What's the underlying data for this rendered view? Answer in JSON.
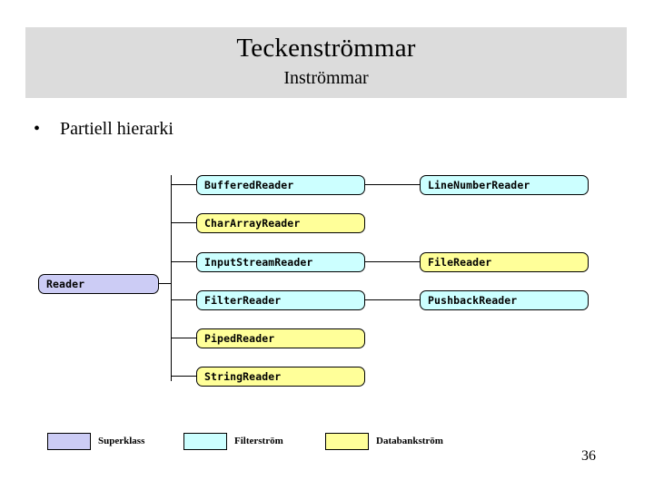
{
  "slide": {
    "title": "Teckenströmmar",
    "subtitle": "Inströmmar",
    "bullet_mark": "•",
    "bullet_text": "Partiell hierarki",
    "page_number": "36",
    "band_color": "#dcdcdc"
  },
  "palette": {
    "superclass": "#ccccf5",
    "filter_stream": "#ccffff",
    "database_stream": "#ffff99",
    "border": "#000000",
    "background": "#ffffff"
  },
  "diagram": {
    "root": {
      "label": "Reader",
      "kind": "superclass"
    },
    "children": [
      {
        "label": "BufferedReader",
        "kind": "filter_stream",
        "child": {
          "label": "LineNumberReader",
          "kind": "filter_stream"
        }
      },
      {
        "label": "CharArrayReader",
        "kind": "database_stream",
        "child": null
      },
      {
        "label": "InputStreamReader",
        "kind": "filter_stream",
        "child": {
          "label": "FileReader",
          "kind": "database_stream"
        }
      },
      {
        "label": "FilterReader",
        "kind": "filter_stream",
        "child": {
          "label": "PushbackReader",
          "kind": "filter_stream"
        }
      },
      {
        "label": "PipedReader",
        "kind": "database_stream",
        "child": null
      },
      {
        "label": "StringReader",
        "kind": "database_stream",
        "child": null
      }
    ]
  },
  "legend": [
    {
      "label": "Superklass",
      "kind": "superclass"
    },
    {
      "label": "Filterström",
      "kind": "filter_stream"
    },
    {
      "label": "Databankström",
      "kind": "database_stream"
    }
  ]
}
